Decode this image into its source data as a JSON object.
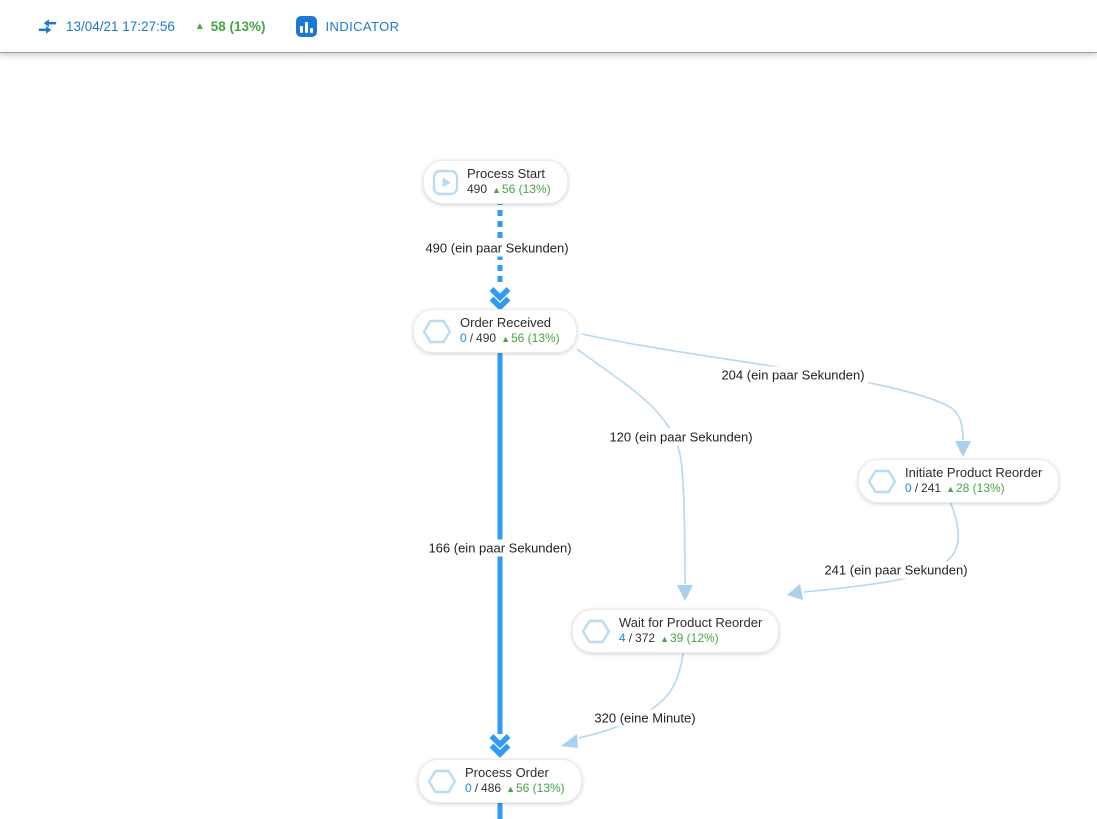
{
  "header": {
    "timestamp": "13/04/21 17:27:56",
    "delta_arrow": "▲",
    "delta": "58 (13%)",
    "indicator_label": "INDICATOR"
  },
  "colors": {
    "header_blue": "#1d78d3",
    "flow_blue": "#2f9bf7",
    "edge_light_blue": "#b5d9f0",
    "edge_arrow_blue": "#a9d0ec",
    "green": "#47a447",
    "value_blue": "#1e88e5",
    "node_icon_blue": "#badcf2"
  },
  "diagram": {
    "nodes": [
      {
        "title": "Process Start",
        "icon": "play-icon",
        "count": "490",
        "delta_arrow": "▲",
        "delta": "56 (13%)"
      },
      {
        "title": "Order Received",
        "icon": "hexagon-icon",
        "active": "0",
        "sep": "/",
        "total": "490",
        "delta_arrow": "▲",
        "delta": "56 (13%)"
      },
      {
        "title": "Initiate Product Reorder",
        "icon": "hexagon-icon",
        "active": "0",
        "sep": "/",
        "total": "241",
        "delta_arrow": "▲",
        "delta": "28 (13%)"
      },
      {
        "title": "Wait for Product Reorder",
        "icon": "hexagon-icon",
        "active": "4",
        "sep": "/",
        "total": "372",
        "delta_arrow": "▲",
        "delta": "39 (12%)"
      },
      {
        "title": "Process Order",
        "icon": "hexagon-icon",
        "active": "0",
        "sep": "/",
        "total": "486",
        "delta_arrow": "▲",
        "delta": "56 (13%)"
      }
    ],
    "edge_labels": [
      {
        "from": "Process Start",
        "to": "Order Received",
        "label": "490 (ein paar Sekunden)"
      },
      {
        "from": "Order Received",
        "to": "Process Order",
        "label": "166 (ein paar Sekunden)"
      },
      {
        "from": "Order Received",
        "to": "Initiate Product Reorder",
        "label": "204 (ein paar Sekunden)"
      },
      {
        "from": "Order Received",
        "to": "Wait for Product Reorder",
        "label": "120 (ein paar Sekunden)"
      },
      {
        "from": "Initiate Product Reorder",
        "to": "Wait for Product Reorder",
        "label": "241 (ein paar Sekunden)"
      },
      {
        "from": "Wait for Product Reorder",
        "to": "Process Order",
        "label": "320 (eine Minute)"
      }
    ]
  }
}
